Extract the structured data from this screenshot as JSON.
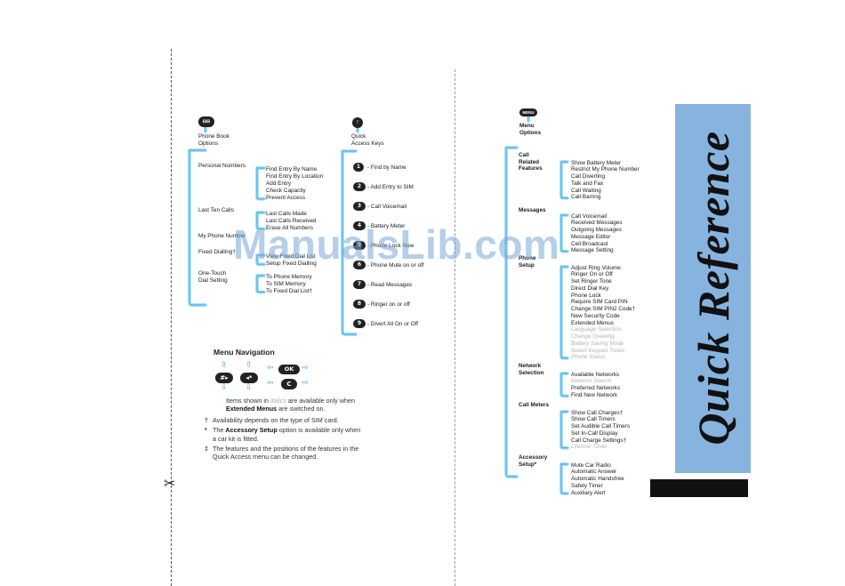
{
  "phonebook": {
    "title": "Phone Book Options",
    "icon_label": "⊟⊟",
    "sections": [
      {
        "label": "Personal Numbers",
        "items": [
          "Find Entry By Name",
          "Find Entry By Location",
          "Add Entry",
          "Check Capacity",
          "Prevent Access"
        ]
      },
      {
        "label": "Last Ten Calls",
        "items": [
          "Last Calls Made",
          "Last Calls Received",
          "Erase All Numbers"
        ]
      },
      {
        "label": "My Phone Number",
        "items": []
      },
      {
        "label": "Fixed Dialling†",
        "items": [
          "View Fixed Dial List",
          "Setup Fixed Dialling"
        ]
      },
      {
        "label": "One-Touch Dial Setting",
        "items": [
          "To Phone Memory",
          "To SIM Memory",
          "To Fixed Dial List†"
        ]
      }
    ]
  },
  "quickaccess": {
    "title": "Quick Access Keys",
    "icon_label": "↑",
    "items": [
      {
        "key": "1",
        "label": "- Find by Name"
      },
      {
        "key": "2",
        "label": "- Add Entry to SIM"
      },
      {
        "key": "3",
        "label": "- Call Voicemail"
      },
      {
        "key": "4",
        "label": "- Battery Meter"
      },
      {
        "key": "5",
        "label": "- Phone Lock Now"
      },
      {
        "key": "6",
        "label": "- Phone Mute on or off"
      },
      {
        "key": "7",
        "label": "- Read Messages"
      },
      {
        "key": "8",
        "label": "- Ringer on or off"
      },
      {
        "key": "9",
        "label": "- Divert All On or Off"
      }
    ]
  },
  "menu": {
    "title": "Menu Options",
    "icon_label": "MENU",
    "sections": [
      {
        "label": "Call Related Features",
        "items": [
          {
            "t": "Show Battery Meter"
          },
          {
            "t": "Restrict My Phone Number"
          },
          {
            "t": "Call Diverting"
          },
          {
            "t": "Talk and Fax"
          },
          {
            "t": "Call Waiting"
          },
          {
            "t": "Call Barring"
          }
        ]
      },
      {
        "label": "Messages",
        "items": [
          {
            "t": "Call Voicemail"
          },
          {
            "t": "Received Messages"
          },
          {
            "t": "Outgoing Messages"
          },
          {
            "t": "Message Editor"
          },
          {
            "t": "Cell Broadcast"
          },
          {
            "t": "Message Setting"
          }
        ]
      },
      {
        "label": "Phone Setup",
        "items": [
          {
            "t": "Adjust Ring Volume"
          },
          {
            "t": "Ringer On or Off"
          },
          {
            "t": "Set Ringer Tone"
          },
          {
            "t": "Direct Dial Key"
          },
          {
            "t": "Phone Lock"
          },
          {
            "t": "Require SIM Card PIN"
          },
          {
            "t": "Change SIM PIN2 Code†"
          },
          {
            "t": "New Security Code"
          },
          {
            "t": "Extended Menus"
          },
          {
            "t": "Language Selection",
            "ext": true
          },
          {
            "t": "Change Greeting",
            "ext": true
          },
          {
            "t": "Battery Saving Mode",
            "ext": true
          },
          {
            "t": "Select Keypad Tones",
            "ext": true
          },
          {
            "t": "Phone Status",
            "ext": true
          }
        ]
      },
      {
        "label": "Network Selection",
        "items": [
          {
            "t": "Available Networks"
          },
          {
            "t": "Network Search",
            "ext": true
          },
          {
            "t": "Preferred Networks"
          },
          {
            "t": "Find New Network"
          }
        ]
      },
      {
        "label": "Call Meters",
        "items": [
          {
            "t": "Show Call Charges†"
          },
          {
            "t": "Show Call Timers"
          },
          {
            "t": "Set Audible Call Timers"
          },
          {
            "t": "Set In-Call Display"
          },
          {
            "t": "Call Charge Settings†"
          },
          {
            "t": "Lifetime Timer",
            "ext": true
          }
        ]
      },
      {
        "label": "Accessory Setup*",
        "items": [
          {
            "t": "Mute Car Radio"
          },
          {
            "t": "Automatic Answer"
          },
          {
            "t": "Automatic Handsfree"
          },
          {
            "t": "Safety Timer"
          },
          {
            "t": "Auxiliary Alert"
          }
        ]
      }
    ]
  },
  "navigation": {
    "title": "Menu Navigation",
    "keys": {
      "hash": "#▸",
      "star": "◂*",
      "ok": "OK",
      "c": "C"
    },
    "notes": [
      {
        "mark": "",
        "pre": "Items shown in ",
        "italic": "italics",
        "mid": " are available only when ",
        "bold": "Extended Menus",
        "post": " are switched on."
      },
      {
        "mark": "†",
        "pre": "Availability depends on the type of SIM card.",
        "italic": "",
        "mid": "",
        "bold": "",
        "post": ""
      },
      {
        "mark": "*",
        "pre": "The ",
        "italic": "",
        "mid": "",
        "bold": "Accessory Setup",
        "post": " option is available only when a car kit is fitted."
      },
      {
        "mark": "‡",
        "pre": "The features and the positions of the features in the Quick Access menu can be changed.",
        "italic": "",
        "mid": "",
        "bold": "",
        "post": ""
      }
    ]
  },
  "side_title": "Quick Reference",
  "watermark": "ManualsLib.com",
  "scissors": "✂",
  "colors": {
    "tree_line": "#8fd3f4",
    "tree_line_core": "#2ea8e6",
    "banner": "#87b3df",
    "extended_item": "#b3b3b3"
  }
}
